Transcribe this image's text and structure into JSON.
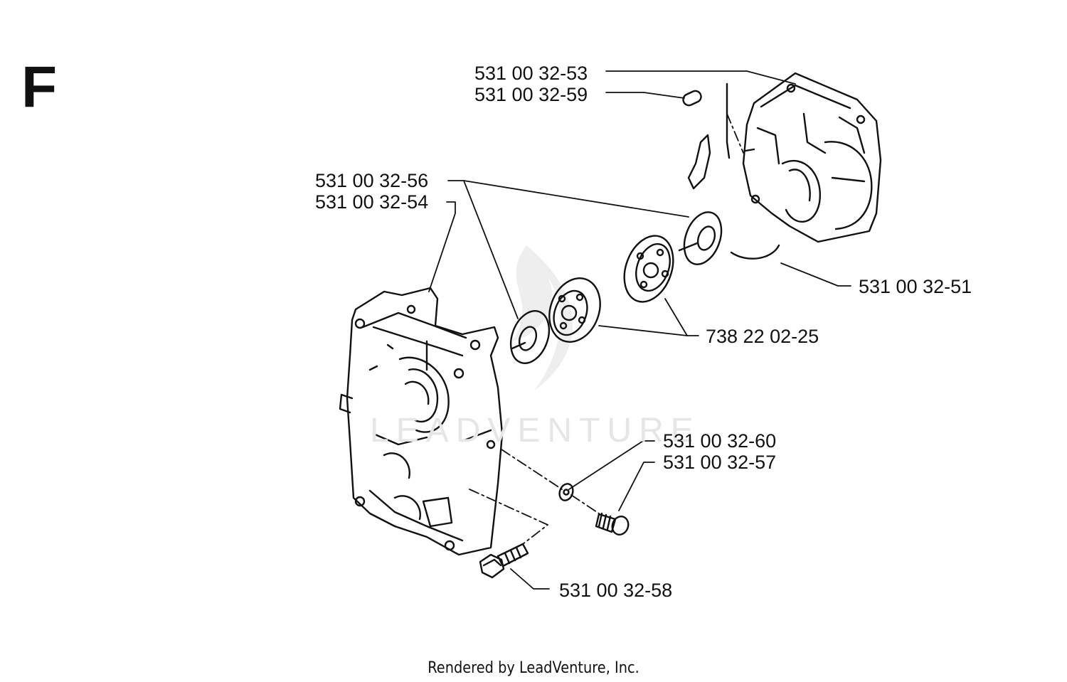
{
  "diagram": {
    "section_letter": "F",
    "watermark_text": "LEADVENTURE",
    "footer": "Rendered by LeadVenture, Inc.",
    "parts": [
      {
        "id": "p1",
        "number": "531 00 32-53"
      },
      {
        "id": "p2",
        "number": "531 00 32-59"
      },
      {
        "id": "p3",
        "number": "531 00 32-56"
      },
      {
        "id": "p4",
        "number": "531 00 32-54"
      },
      {
        "id": "p5",
        "number": "531 00 32-51"
      },
      {
        "id": "p6",
        "number": "738 22 02-25"
      },
      {
        "id": "p7",
        "number": "531 00 32-60"
      },
      {
        "id": "p8",
        "number": "531 00 32-57"
      },
      {
        "id": "p9",
        "number": "531 00 32-58"
      }
    ]
  }
}
